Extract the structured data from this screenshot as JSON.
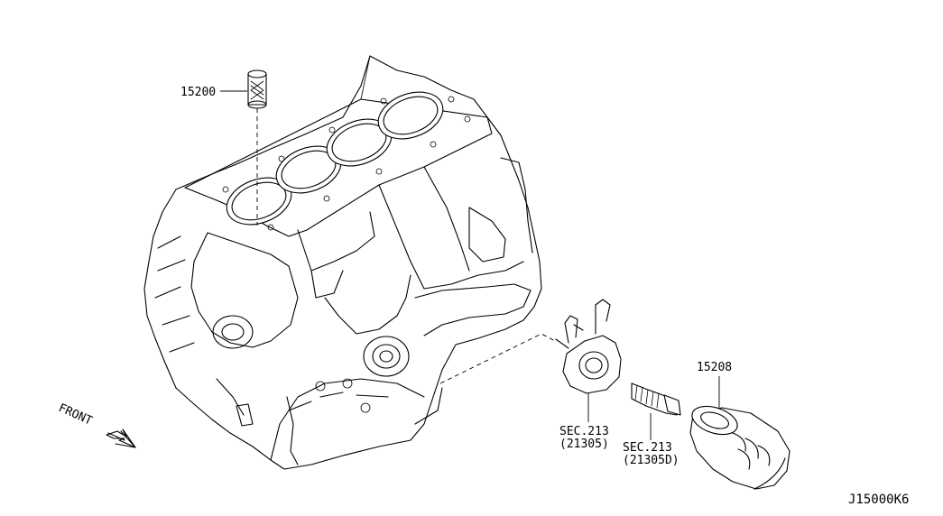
{
  "labels": {
    "part_15200": "15200",
    "part_15208": "15208",
    "sec_cooler_line1": "SEC.213",
    "sec_cooler_line2": "(21305)",
    "sec_bolt_line1": "SEC.213",
    "sec_bolt_line2": "(21305D)",
    "front": "FRONT",
    "diagram_code": "J15000K6"
  },
  "colors": {
    "line": "#000000",
    "background": "#ffffff"
  },
  "icons": {
    "front_direction": "arrow-down-right-icon"
  }
}
